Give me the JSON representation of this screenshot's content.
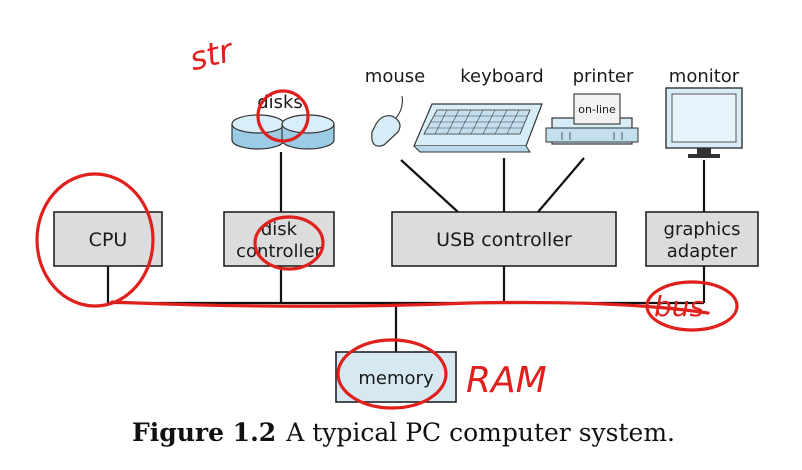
{
  "components": {
    "cpu": "CPU",
    "disk_controller_line1": "disk",
    "disk_controller_line2": "controller",
    "usb_controller": "USB controller",
    "graphics_adapter_line1": "graphics",
    "graphics_adapter_line2": "adapter",
    "memory": "memory"
  },
  "devices": {
    "disks": "disks",
    "mouse": "mouse",
    "keyboard": "keyboard",
    "printer": "printer",
    "printer_display": "on-line",
    "monitor": "monitor"
  },
  "annotations": {
    "str": "str",
    "ram": "RAM",
    "bus": "bus"
  },
  "caption": {
    "number": "Figure 1.2",
    "text": "A typical PC computer system."
  },
  "colors": {
    "annotation_ink": "#e0201c",
    "box_fill": "#dcdcdc",
    "device_fill": "#c8e3f2"
  }
}
